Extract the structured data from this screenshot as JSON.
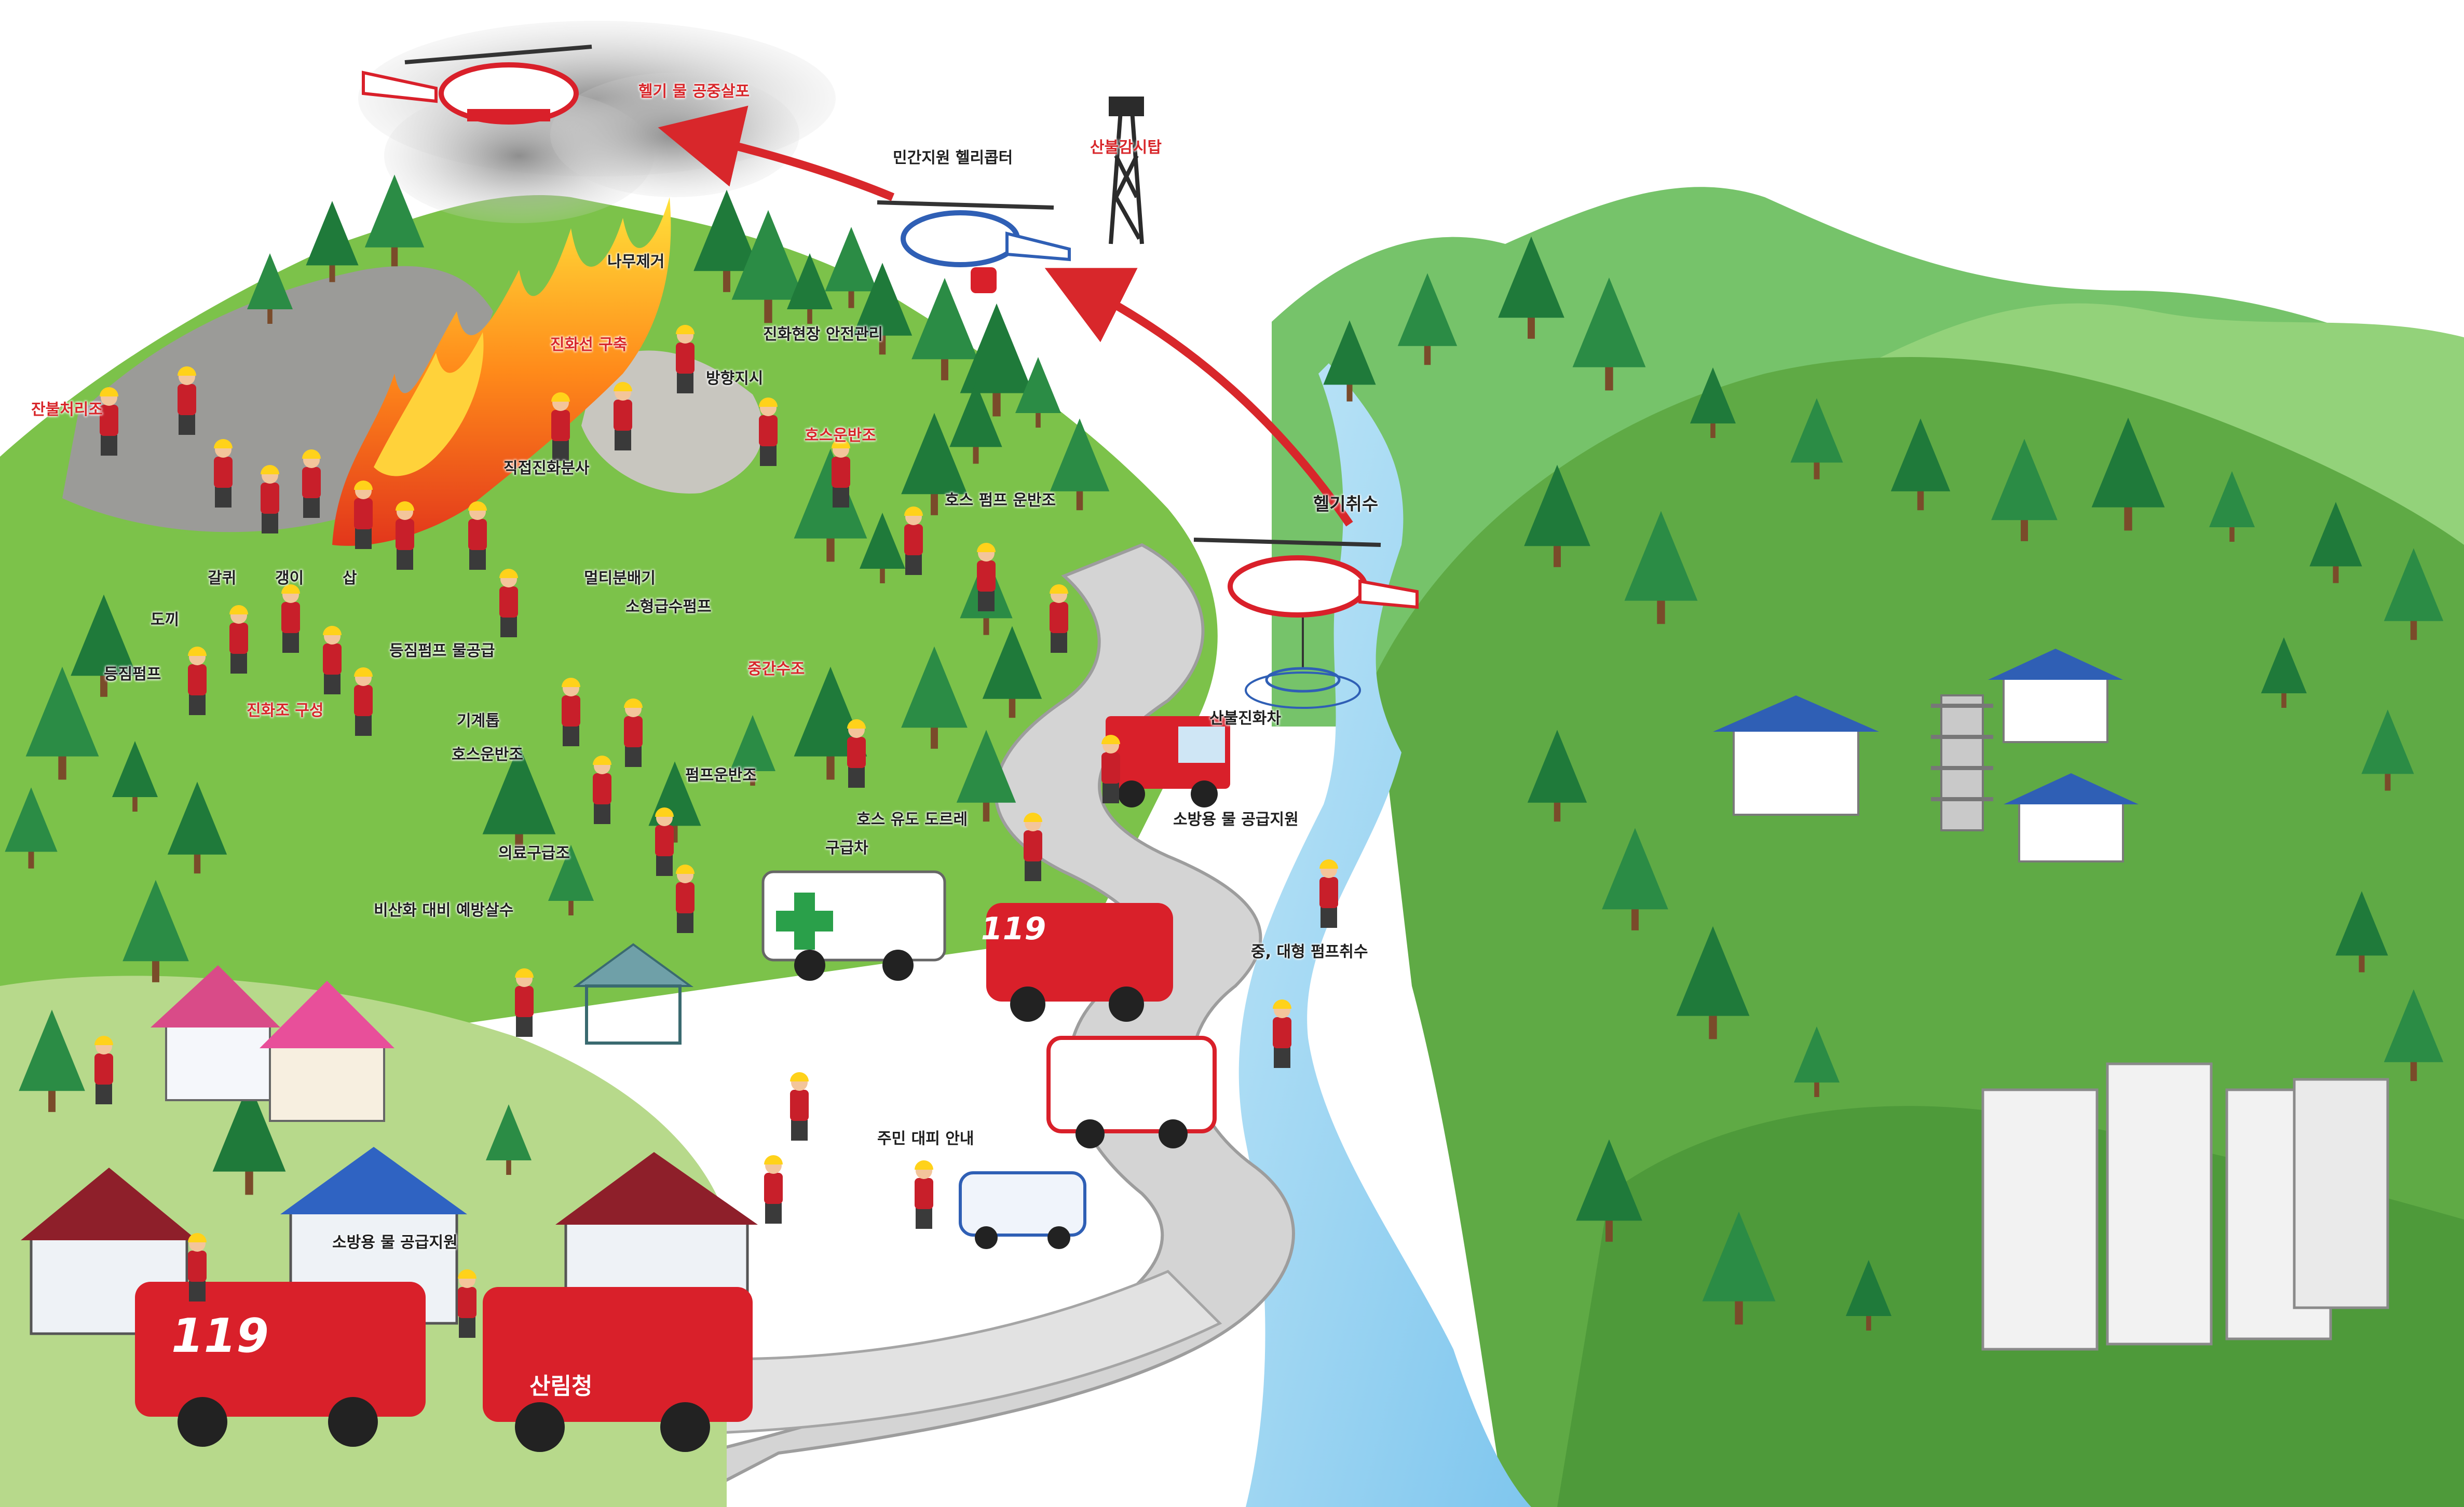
{
  "labels": {
    "heli_water_spray": "헬기 물 공중살포",
    "private_helicopter": "민간지원 헬리콥터",
    "fire_tower": "산불감시탑",
    "tree_removal": "나무제거",
    "scene_safety": "진화현장 안전관리",
    "fireline": "진화선 구축",
    "direction": "방향지시",
    "residual_team": "잔불처리조",
    "hose_team": "호스운반조",
    "direct_spray": "직접진화분사",
    "hose_pump_team": "호스 펌프 운반조",
    "heli_intake": "헬기취수",
    "rake": "갈퀴",
    "shovel": "갱이",
    "hoe": "삽",
    "multi_splitter": "멀티분배기",
    "small_pump": "소형급수펌프",
    "axe": "도끼",
    "backpack_pump": "등짐펌프",
    "backpack_supply": "등짐펌프 물공급",
    "relay_tank": "중간수조",
    "crew_formation": "진화조 구성",
    "mechanical_saw": "기계톱",
    "forest_fire_truck": "산불진화차",
    "hose_team_2": "호스운반조",
    "pump_team": "펌프운반조",
    "hose_guide_reel": "호스 유도 도르레",
    "truck_water_supply": "소방용 물 공급지원",
    "medical_team": "의료구급조",
    "ambulance": "구급차",
    "preventive_spray": "비산화 대비 예방살수",
    "pump_intake": "중, 대형 펌프취수",
    "resident_evac": "주민 대피 안내",
    "firetruck_water_supply": "소방용 물 공급지원",
    "truck_brand": "119",
    "truck_brand_2": "119",
    "forestry_service": "산림청"
  },
  "colors": {
    "label_red": "#d8272b",
    "label_dark": "#1e1e1e",
    "truck_red": "#d9202a",
    "river_blue": "#8fcff0",
    "grass_green": "#7cc24a",
    "temple_roof": "#2f5fb5"
  }
}
